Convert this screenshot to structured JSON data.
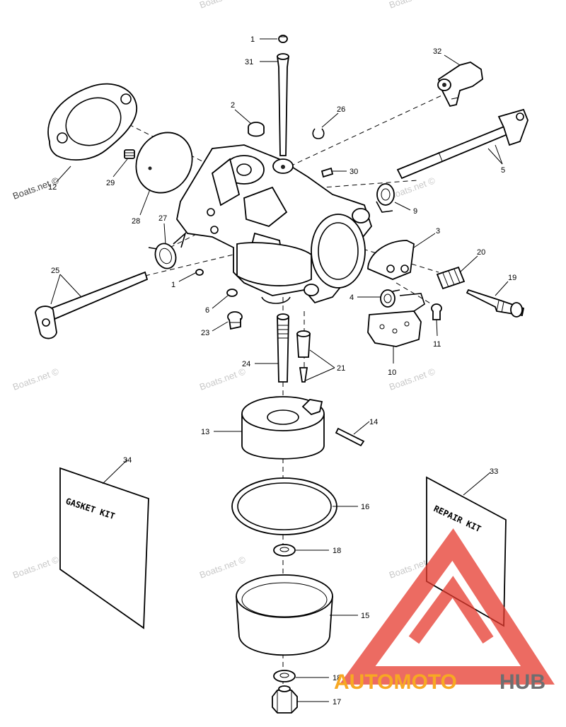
{
  "watermark": "Boats.net ©",
  "callouts": [
    "1",
    "31",
    "32",
    "2",
    "26",
    "30",
    "12",
    "29",
    "28",
    "27",
    "25",
    "1",
    "6",
    "23",
    "24",
    "21",
    "4",
    "3",
    "20",
    "19",
    "11",
    "10",
    "9",
    "5",
    "13",
    "14",
    "16",
    "18",
    "15",
    "18",
    "17",
    "34",
    "33"
  ],
  "kits": {
    "gasket": "GASKET KIT",
    "repair": "REPAIR KIT"
  },
  "logo": {
    "part1": "AUTOMOTO",
    "part2": "HUB",
    "colors": {
      "orange": "#f7a823",
      "gray": "#6d6e70",
      "red": "#e63a2e"
    }
  }
}
